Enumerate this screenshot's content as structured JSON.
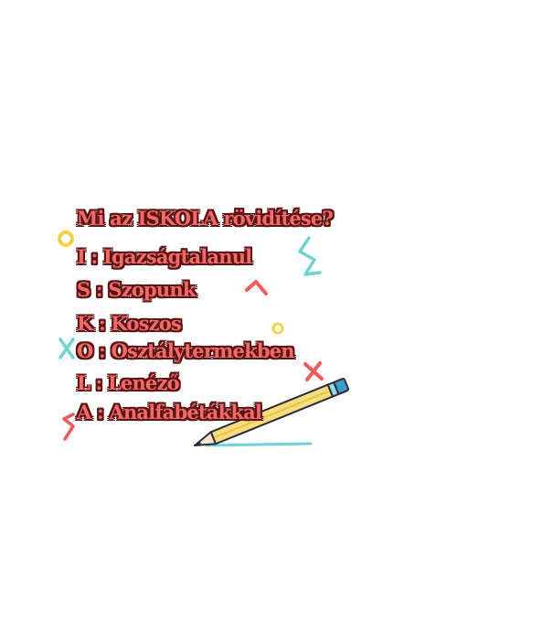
{
  "title": "Mi az ISKOLA rövidítése?",
  "lines": [
    "I : Igazságtalanul",
    "S : Szopunk",
    "K : Koszos",
    "O : Osztálytermekben",
    "L : Lenéző",
    "A : Analfabétákkal"
  ],
  "colors": {
    "text_fill": "#f06a6a",
    "text_outline": "#5a1414",
    "accent_yellow": "#f5d04a",
    "accent_teal": "#6fd3d3",
    "accent_red": "#ef5a5a",
    "pencil_body": "#f7dd7a",
    "pencil_cap": "#3a9fc6"
  },
  "icons": [
    "ring-icon",
    "zigzag-icon",
    "caret-icon",
    "cross-icon",
    "pencil-icon"
  ]
}
